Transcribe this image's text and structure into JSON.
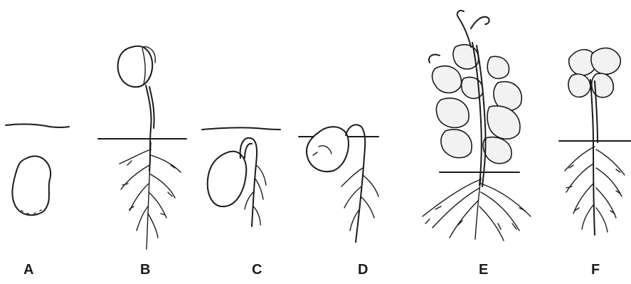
{
  "stages": [
    {
      "id": "a",
      "label": "A"
    },
    {
      "id": "b",
      "label": "B"
    },
    {
      "id": "c",
      "label": "C"
    },
    {
      "id": "d",
      "label": "D"
    },
    {
      "id": "e",
      "label": "E"
    },
    {
      "id": "f",
      "label": "F"
    }
  ]
}
